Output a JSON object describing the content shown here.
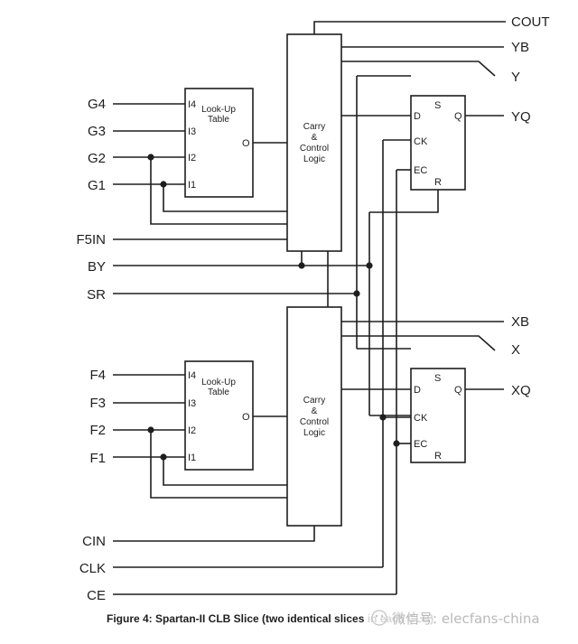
{
  "outputs": {
    "cout": "COUT",
    "yb": "YB",
    "y": "Y",
    "yq": "YQ",
    "xb": "XB",
    "x": "X",
    "xq": "XQ"
  },
  "inputs": {
    "g4": "G4",
    "g3": "G3",
    "g2": "G2",
    "g1": "G1",
    "f5in": "F5IN",
    "by": "BY",
    "sr": "SR",
    "f4": "F4",
    "f3": "F3",
    "f2": "F2",
    "f1": "F1",
    "cin": "CIN",
    "clk": "CLK",
    "ce": "CE"
  },
  "lut_top": {
    "title1": "Look-Up",
    "title2": "Table",
    "pins": [
      "I4",
      "I3",
      "I2",
      "I1"
    ],
    "out": "O"
  },
  "lut_bottom": {
    "title1": "Look-Up",
    "title2": "Table",
    "pins": [
      "I4",
      "I3",
      "I2",
      "I1"
    ],
    "out": "O"
  },
  "carry_top": {
    "line1": "Carry",
    "line2": "&",
    "line3": "Control",
    "line4": "Logic"
  },
  "carry_bottom": {
    "line1": "Carry",
    "line2": "&",
    "line3": "Control",
    "line4": "Logic"
  },
  "ff_top": {
    "s": "S",
    "d": "D",
    "q": "Q",
    "ck": "CK",
    "ec": "EC",
    "r": "R"
  },
  "ff_bottom": {
    "s": "S",
    "d": "D",
    "q": "Q",
    "ck": "CK",
    "ec": "EC",
    "r": "R"
  },
  "caption": "Figure 4:   Spartan-II CLB Slice (two identical slices in each CLB)",
  "watermark": "微信号: elecfans-china"
}
